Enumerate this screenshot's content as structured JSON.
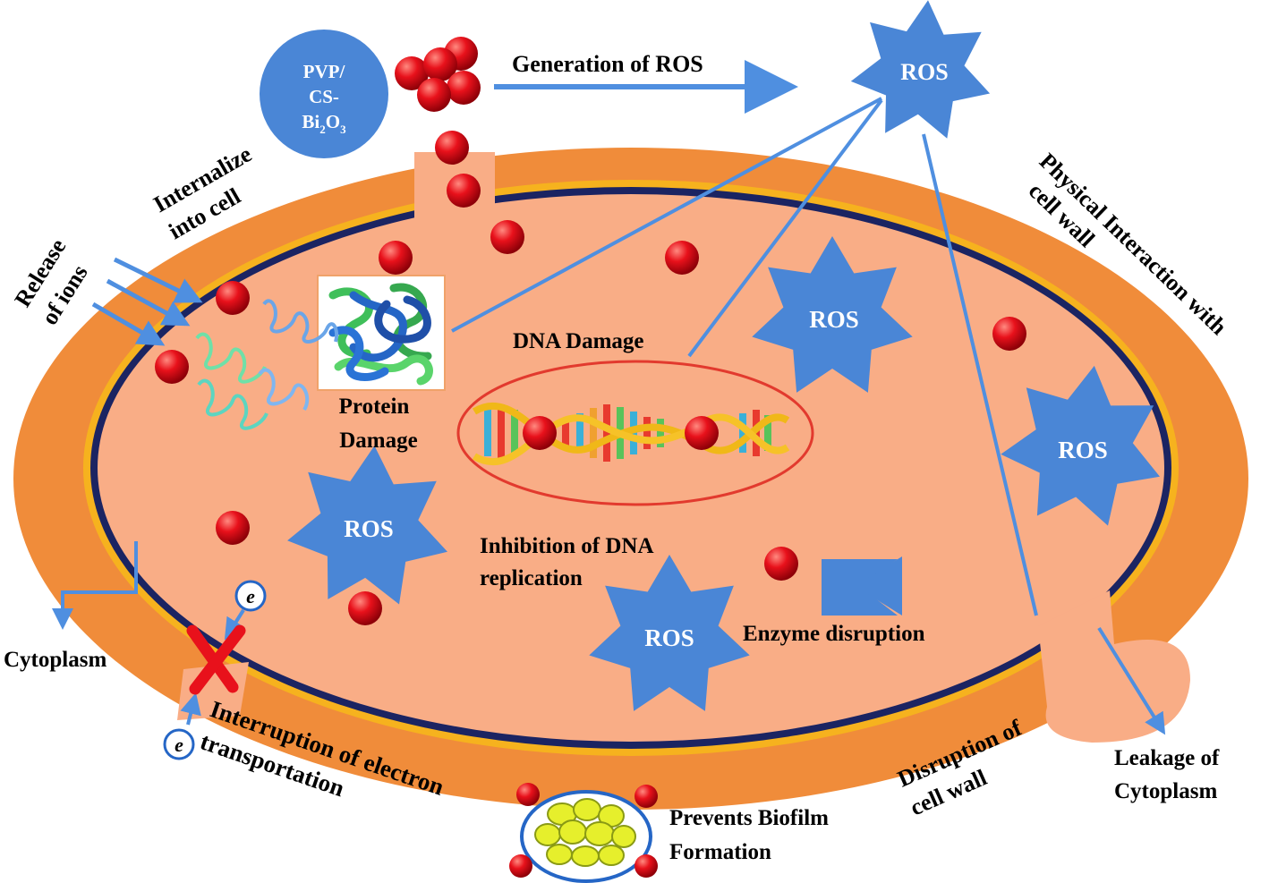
{
  "colors": {
    "outer_wall": "#f08c3a",
    "yellow_band": "#f6b21e",
    "navy_membrane": "#1b2462",
    "cytoplasm": "#f9ad86",
    "ros_fill": "#4a86d6",
    "arrow_blue": "#4f8fe0",
    "particle_red": "#e8111b",
    "dna_ring": "#e23a2e",
    "cross_red": "#e8111b"
  },
  "nanoparticle": {
    "line1": "PVP/",
    "line2": "CS-",
    "line3_base": "Bi",
    "line3_sub1": "2",
    "line3_mid": "O",
    "line3_sub2": "3"
  },
  "labels": {
    "generation_of_ros": "Generation  of ROS",
    "internalize_1": "Internalize",
    "internalize_2": "into cell",
    "release_1": "Release",
    "release_2": "of ions",
    "physical_1": "Physical  Interaction with",
    "physical_2": "cell wall",
    "protein_1": "Protein",
    "protein_2": "Damage",
    "dna_damage": "DNA  Damage",
    "inhibition_1": "Inhibition  of DNA",
    "inhibition_2": "replication",
    "enzyme": "Enzyme  disruption",
    "cytoplasm": "Cytoplasm",
    "interruption_1": "Interruption  of electron",
    "interruption_2": "transportation",
    "disruption_1": "Disruption  of",
    "disruption_2": "cell wall",
    "leakage_1": "Leakage  of",
    "leakage_2": "Cytoplasm",
    "biofilm_1": "Prevents  Biofilm",
    "biofilm_2": "Formation",
    "electron": "e"
  },
  "ros": {
    "label": "ROS"
  },
  "icons": [
    "protein-structure-icon",
    "dna-helix-icon",
    "enzyme-icon",
    "biofilm-icon",
    "electron-icon",
    "block-cross-icon"
  ]
}
